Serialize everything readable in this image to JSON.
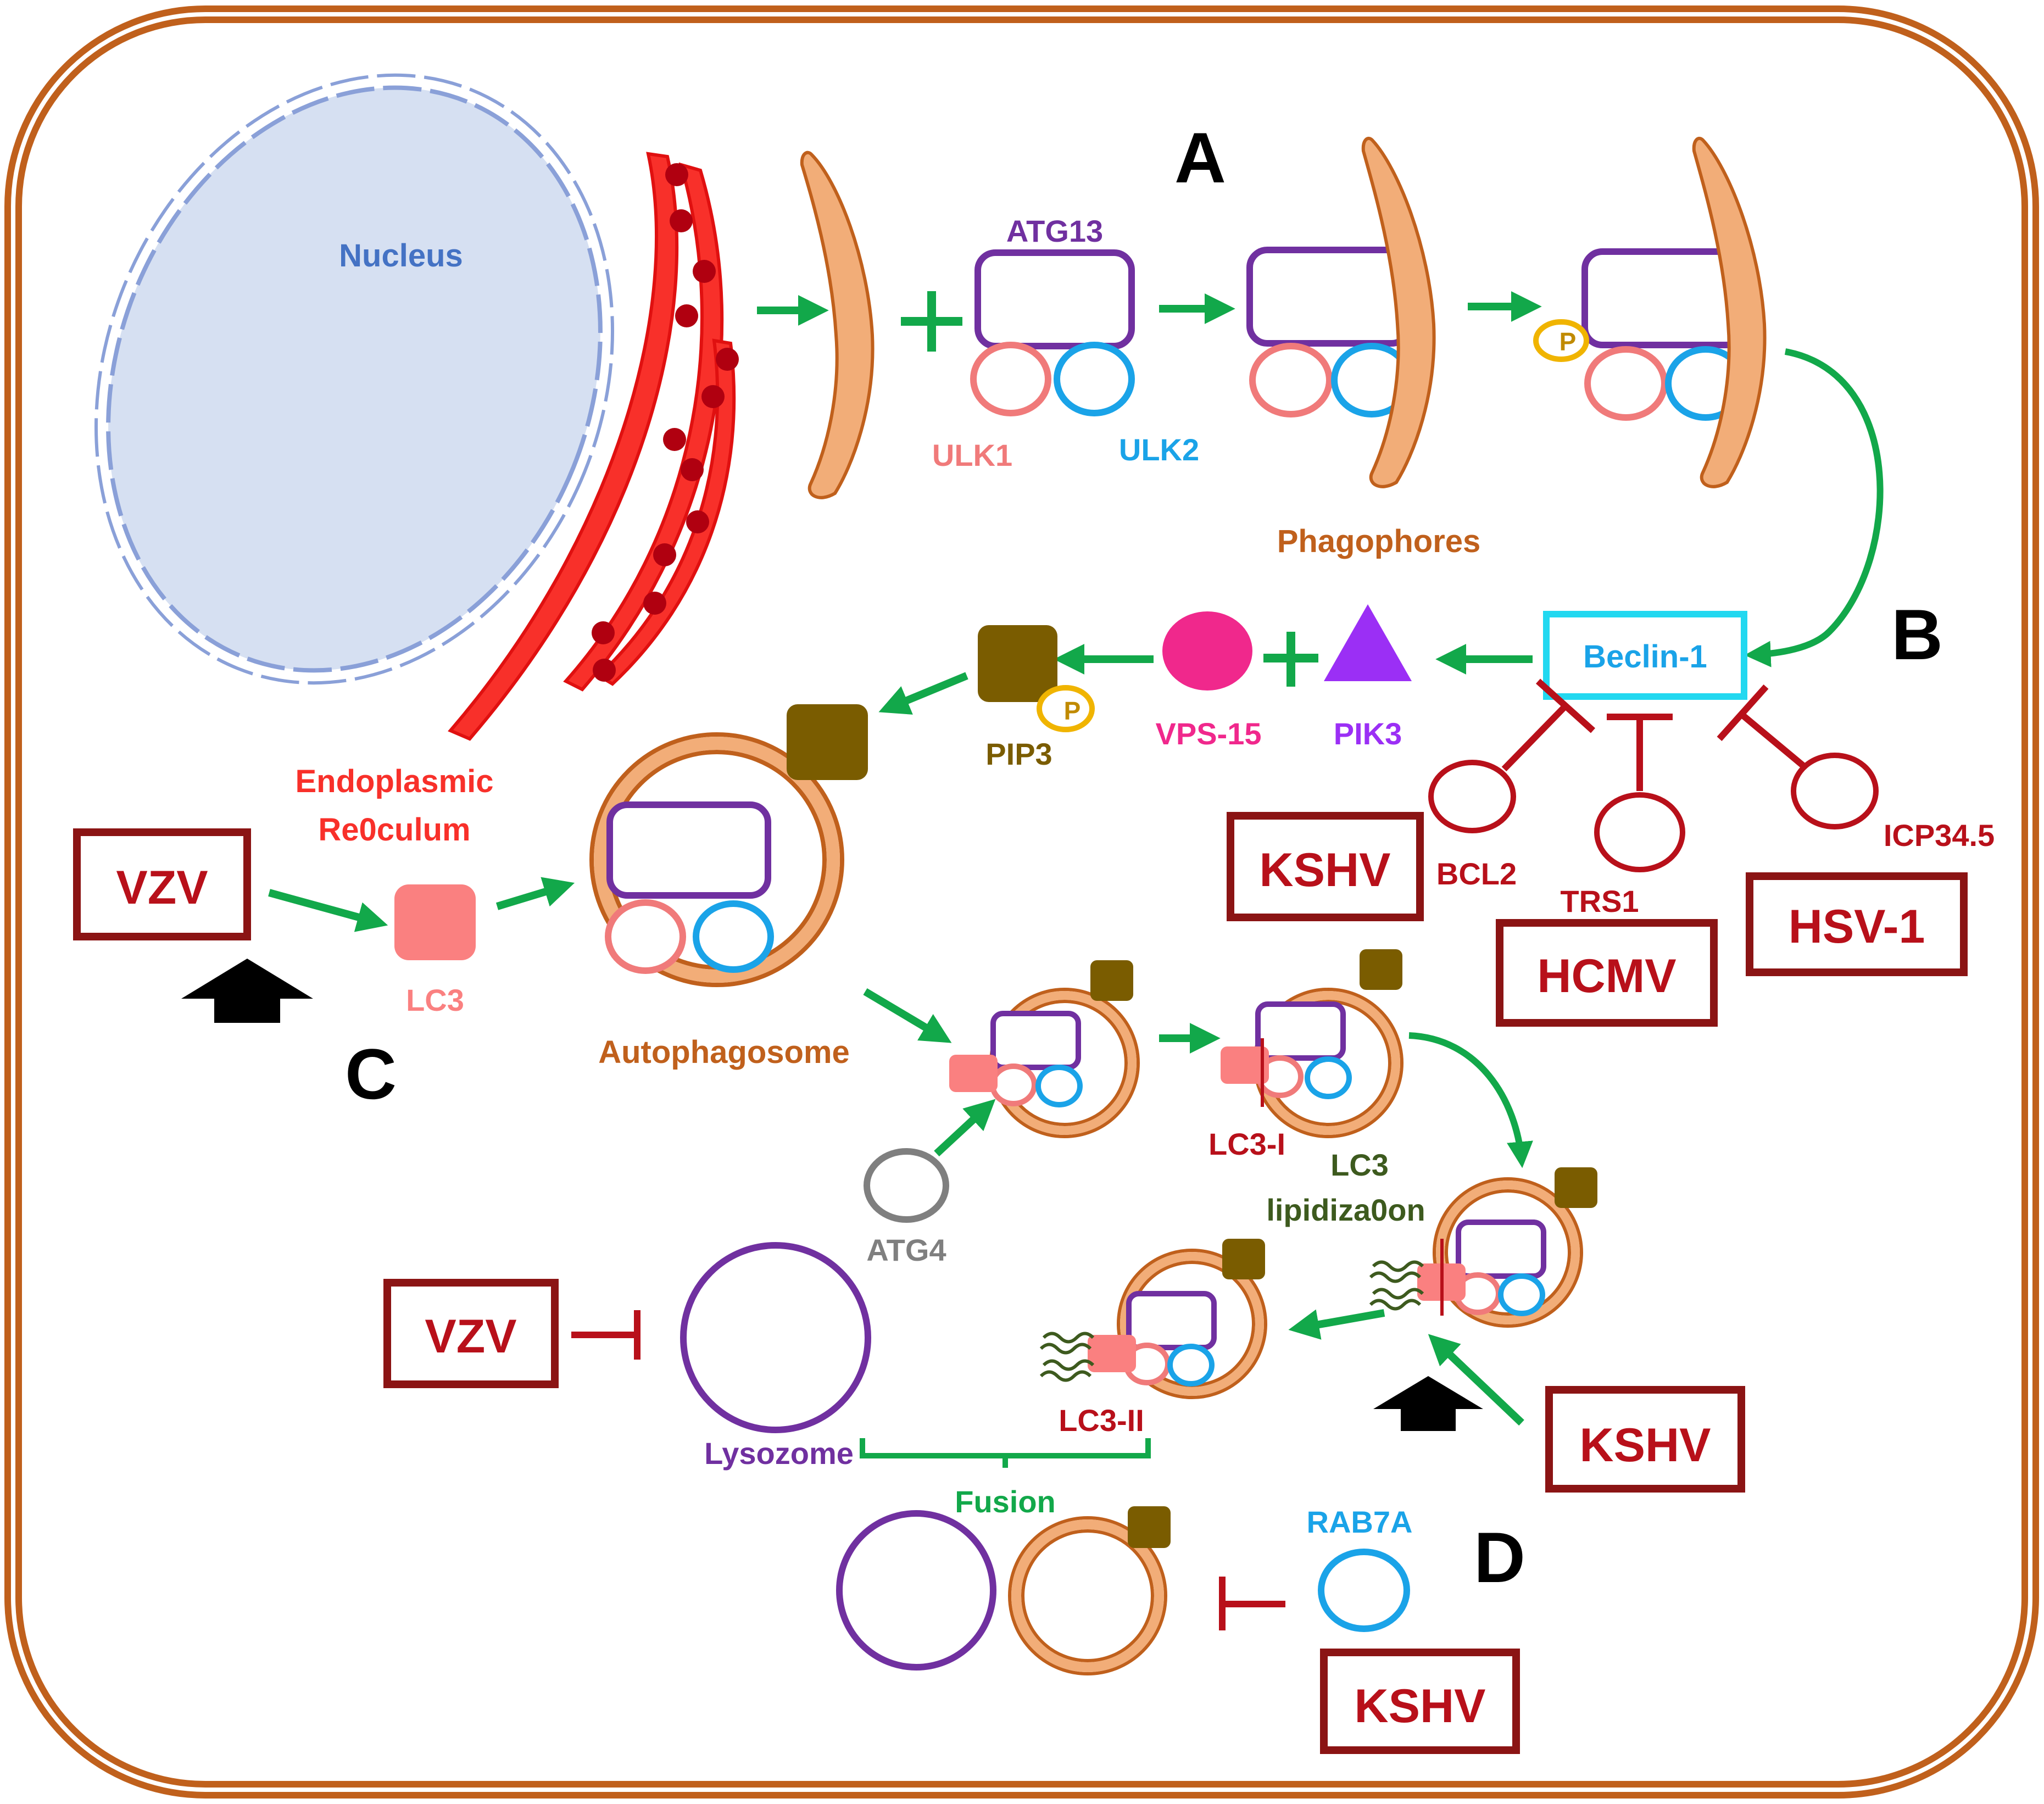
{
  "sections": {
    "a": "A",
    "b": "B",
    "c": "C",
    "d": "D"
  },
  "labels": {
    "nucleus": "Nucleus",
    "er_line1": "Endoplasmic",
    "er_line2": "Re0culum",
    "atg13": "ATG13",
    "ulk1": "ULK1",
    "ulk2": "ULK2",
    "phagophores": "Phagophores",
    "p1": "P",
    "beclin": "Beclin-1",
    "pik3": "PIK3",
    "vps15": "VPS-15",
    "pip3": "PIP3",
    "p2": "P",
    "bcl2": "BCL2",
    "trs1": "TRS1",
    "icp345": "ICP34.5",
    "lc3": "LC3",
    "autophagosome": "Autophagosome",
    "atg4": "ATG4",
    "lc3i": "LC3-I",
    "lc3lip_line1": "LC3",
    "lc3lip_line2": "lipidiza0on",
    "lc3ii": "LC3-II",
    "lysozome": "Lysozome",
    "fusion": "Fusion",
    "rab7a": "RAB7A"
  },
  "viruses": {
    "vzv_top": "VZV",
    "kshv_b": "KSHV",
    "hcmv": "HCMV",
    "hsv1": "HSV-1",
    "vzv_bottom": "VZV",
    "kshv_mid": "KSHV",
    "kshv_bottom": "KSHV"
  },
  "colors": {
    "membrane": "#c0601c",
    "arrow": "#12a84a",
    "inhibit": "#b8101a",
    "virus_box": "#8b1414",
    "atg13": "#7030a0",
    "ulk1": "#f07a7a",
    "ulk2": "#1aa3e8",
    "nucleus_fill": "#d6e0f2",
    "nucleus_edge": "#8aa0d8",
    "er": "#f8302a",
    "phagophore": "#f2ad78",
    "beclin": "#22d8f0",
    "pik3": "#9b2ff5",
    "vps15": "#f0288c",
    "pip3": "#7a5c00",
    "phospho": "#f0b400",
    "lc3": "#fa8080",
    "lysosome": "#7030a0",
    "atg4": "#7f7f7f",
    "lipid": "#3d5a1e"
  }
}
